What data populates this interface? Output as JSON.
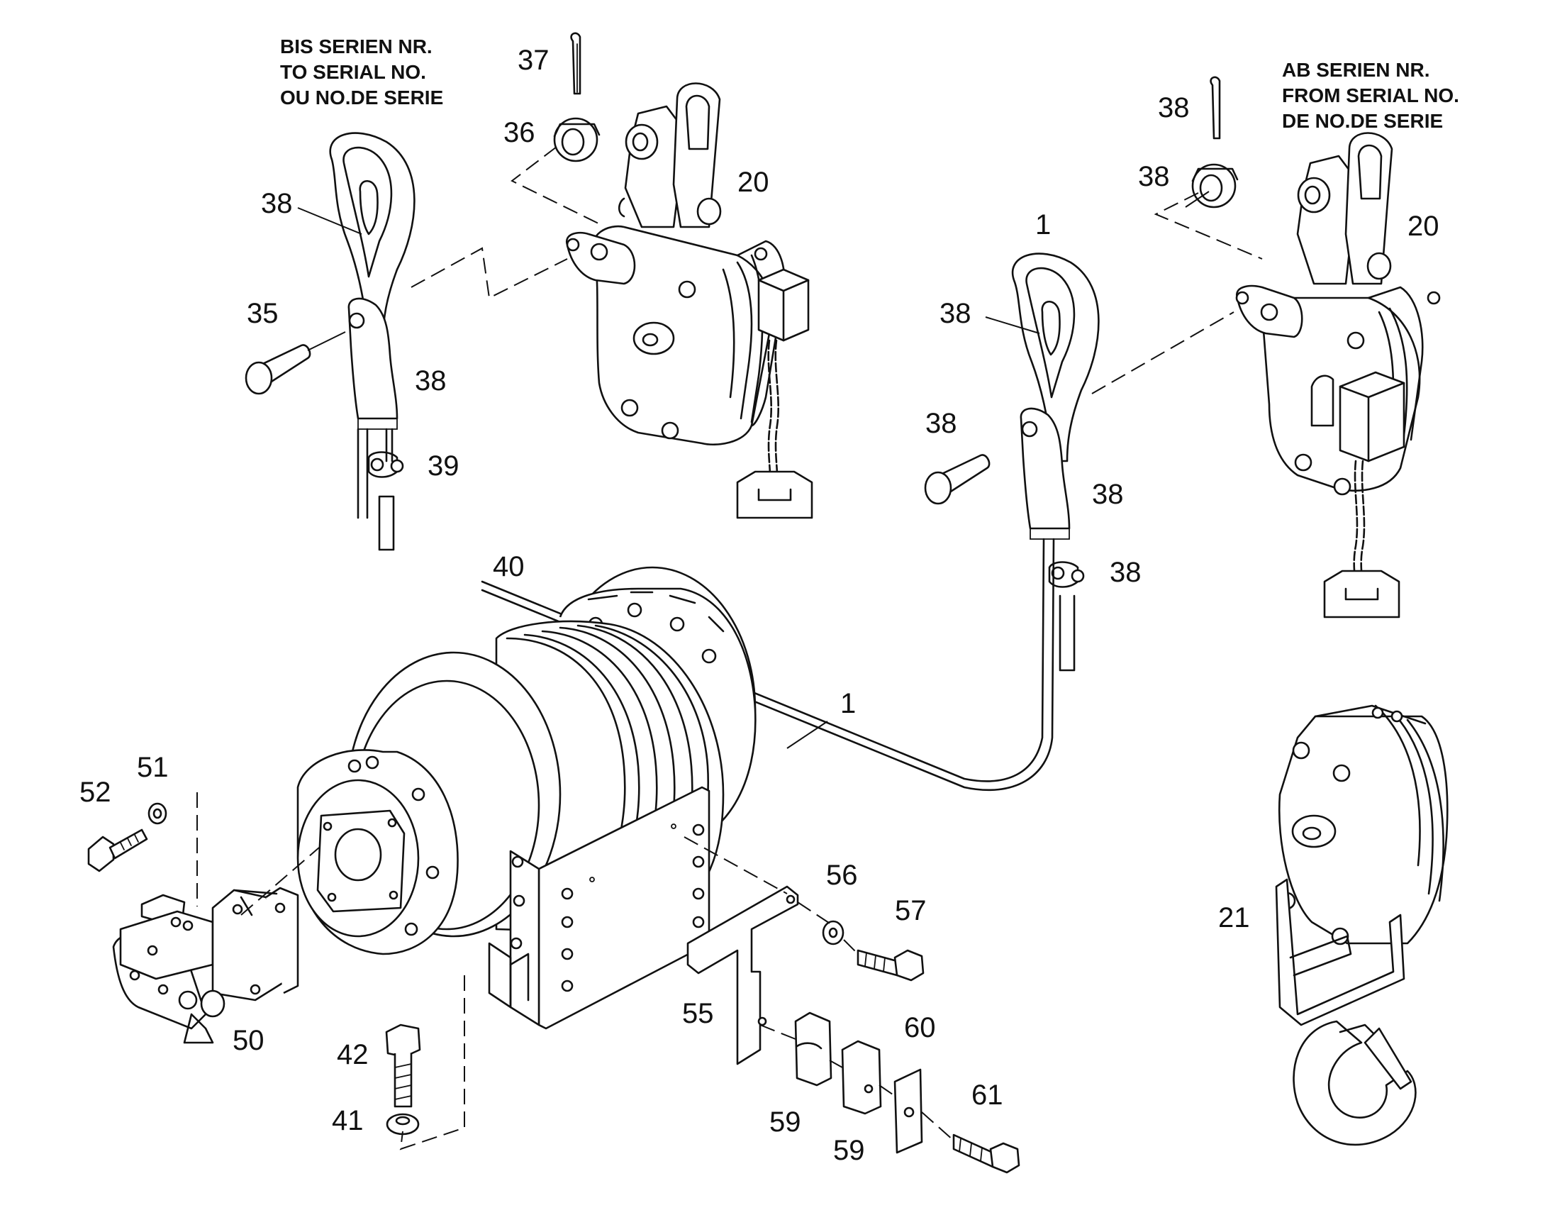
{
  "notes": {
    "left": [
      "BIS SERIEN NR.",
      "TO SERIAL NO.",
      "OU NO.DE SERIE"
    ],
    "right": [
      "AB SERIEN NR.",
      "FROM SERIAL NO.",
      "DE NO.DE SERIE"
    ]
  },
  "callouts": {
    "c37": "37",
    "c36": "36",
    "c20a": "20",
    "c38a": "38",
    "c35": "35",
    "c38b": "38",
    "c39": "39",
    "c40": "40",
    "c38c": "38",
    "c38d": "38",
    "c1a": "1",
    "c20b": "20",
    "c38e": "38",
    "c38f": "38",
    "c38g": "38",
    "c38h": "38",
    "c1b": "1",
    "c51": "51",
    "c52": "52",
    "c50": "50",
    "c42": "42",
    "c41": "41",
    "c56": "56",
    "c57": "57",
    "c55": "55",
    "c60": "60",
    "c59a": "59",
    "c59b": "59",
    "c61": "61",
    "c21": "21"
  }
}
